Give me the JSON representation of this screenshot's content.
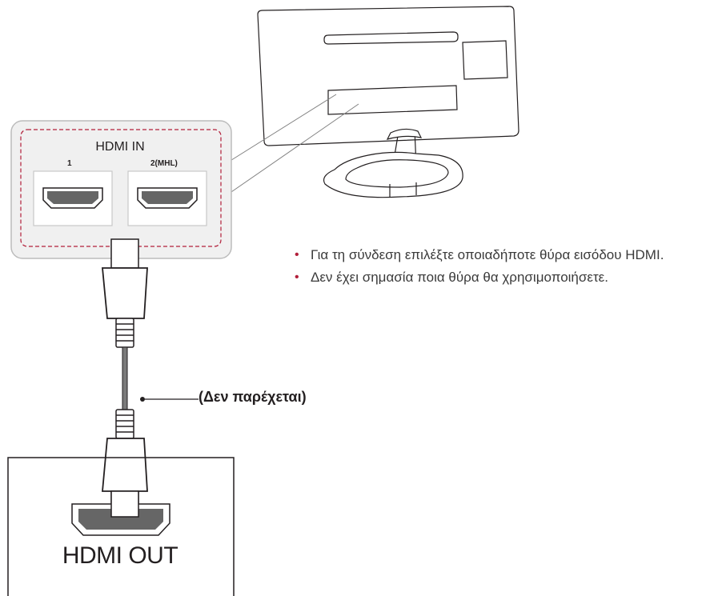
{
  "panel": {
    "title": "HDMI IN",
    "port_1_label": "1",
    "port_2_label": "2(MHL)"
  },
  "instructions": [
    "Για τη σύνδεση επιλέξτε οποιαδήποτε θύρα εισόδου HDMI.",
    "Δεν έχει σημασία ποια θύρα θα χρησιμοποιήσετε."
  ],
  "cable": {
    "callout": "(Δεν παρέχεται)"
  },
  "source": {
    "label": "HDMI OUT"
  },
  "colors": {
    "accent": "#b21f3a",
    "outline": "#231f20",
    "panel_bg": "#f0f0f0",
    "port_fill": "#666666",
    "dashed_border": "#b21f3a"
  },
  "icons": {
    "bullet": "bullet-dot-icon",
    "monitor": "monitor-back-icon",
    "cable": "hdmi-cable-icon"
  }
}
